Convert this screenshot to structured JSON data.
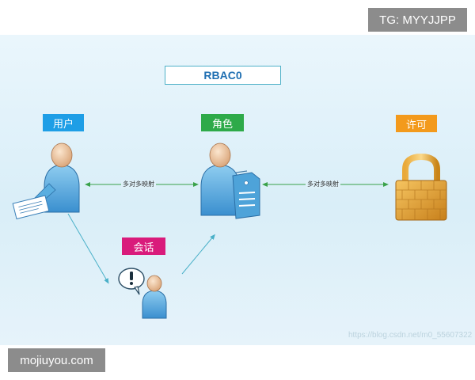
{
  "badges": {
    "telegram": "TG: MYYJJPP",
    "site": "mojiuyou.com"
  },
  "diagram": {
    "title": "RBAC0",
    "nodes": {
      "user": "用户",
      "role": "角色",
      "permission": "许可",
      "session": "会话"
    },
    "edges": {
      "user_role": "多对多映射",
      "role_permission": "多对多映射"
    },
    "watermark": "https://blog.csdn.net/m0_55607322"
  },
  "colors": {
    "user_tag": "#1e9ee6",
    "role_tag": "#2eaa49",
    "permission_tag": "#f39a1c",
    "session_tag": "#d91b7b",
    "edge_green": "#3aa24a",
    "arrow_teal": "#4ab0c8"
  },
  "icons": {
    "user": "person-with-document-icon",
    "role": "person-with-id-badge-icon",
    "permission": "padlock-icon",
    "session": "person-with-speech-bubble-icon"
  }
}
